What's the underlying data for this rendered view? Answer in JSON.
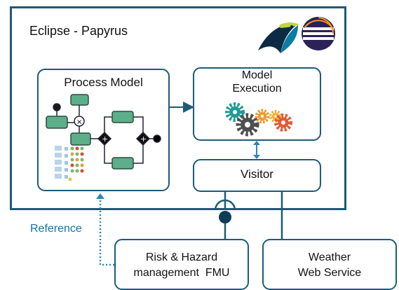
{
  "diagram": {
    "platform_title": "Eclipse - Papyrus",
    "process_model": {
      "title": "Process Model"
    },
    "model_execution": {
      "line1": "Model",
      "line2": "Execution"
    },
    "visitor": {
      "label": "Visitor"
    },
    "fmu": {
      "line1": "Risk & Hazard",
      "line2": "management  FMU"
    },
    "weather": {
      "line1": "Weather",
      "line2": "Web Service"
    },
    "reference_label": "Reference",
    "colors": {
      "frame": "#1d5b78",
      "reference_link": "#2a86b8",
      "process_task": "#5dae8b",
      "process_task_border": "#2a4d3a",
      "gear_teal": "#1f9a98",
      "gear_orange": "#f19a2b",
      "gear_red": "#e25a37",
      "gear_gray": "#4f4f4f"
    },
    "icons": [
      "papyrus-bird-logo",
      "eclipse-logo",
      "gears-icon"
    ]
  }
}
